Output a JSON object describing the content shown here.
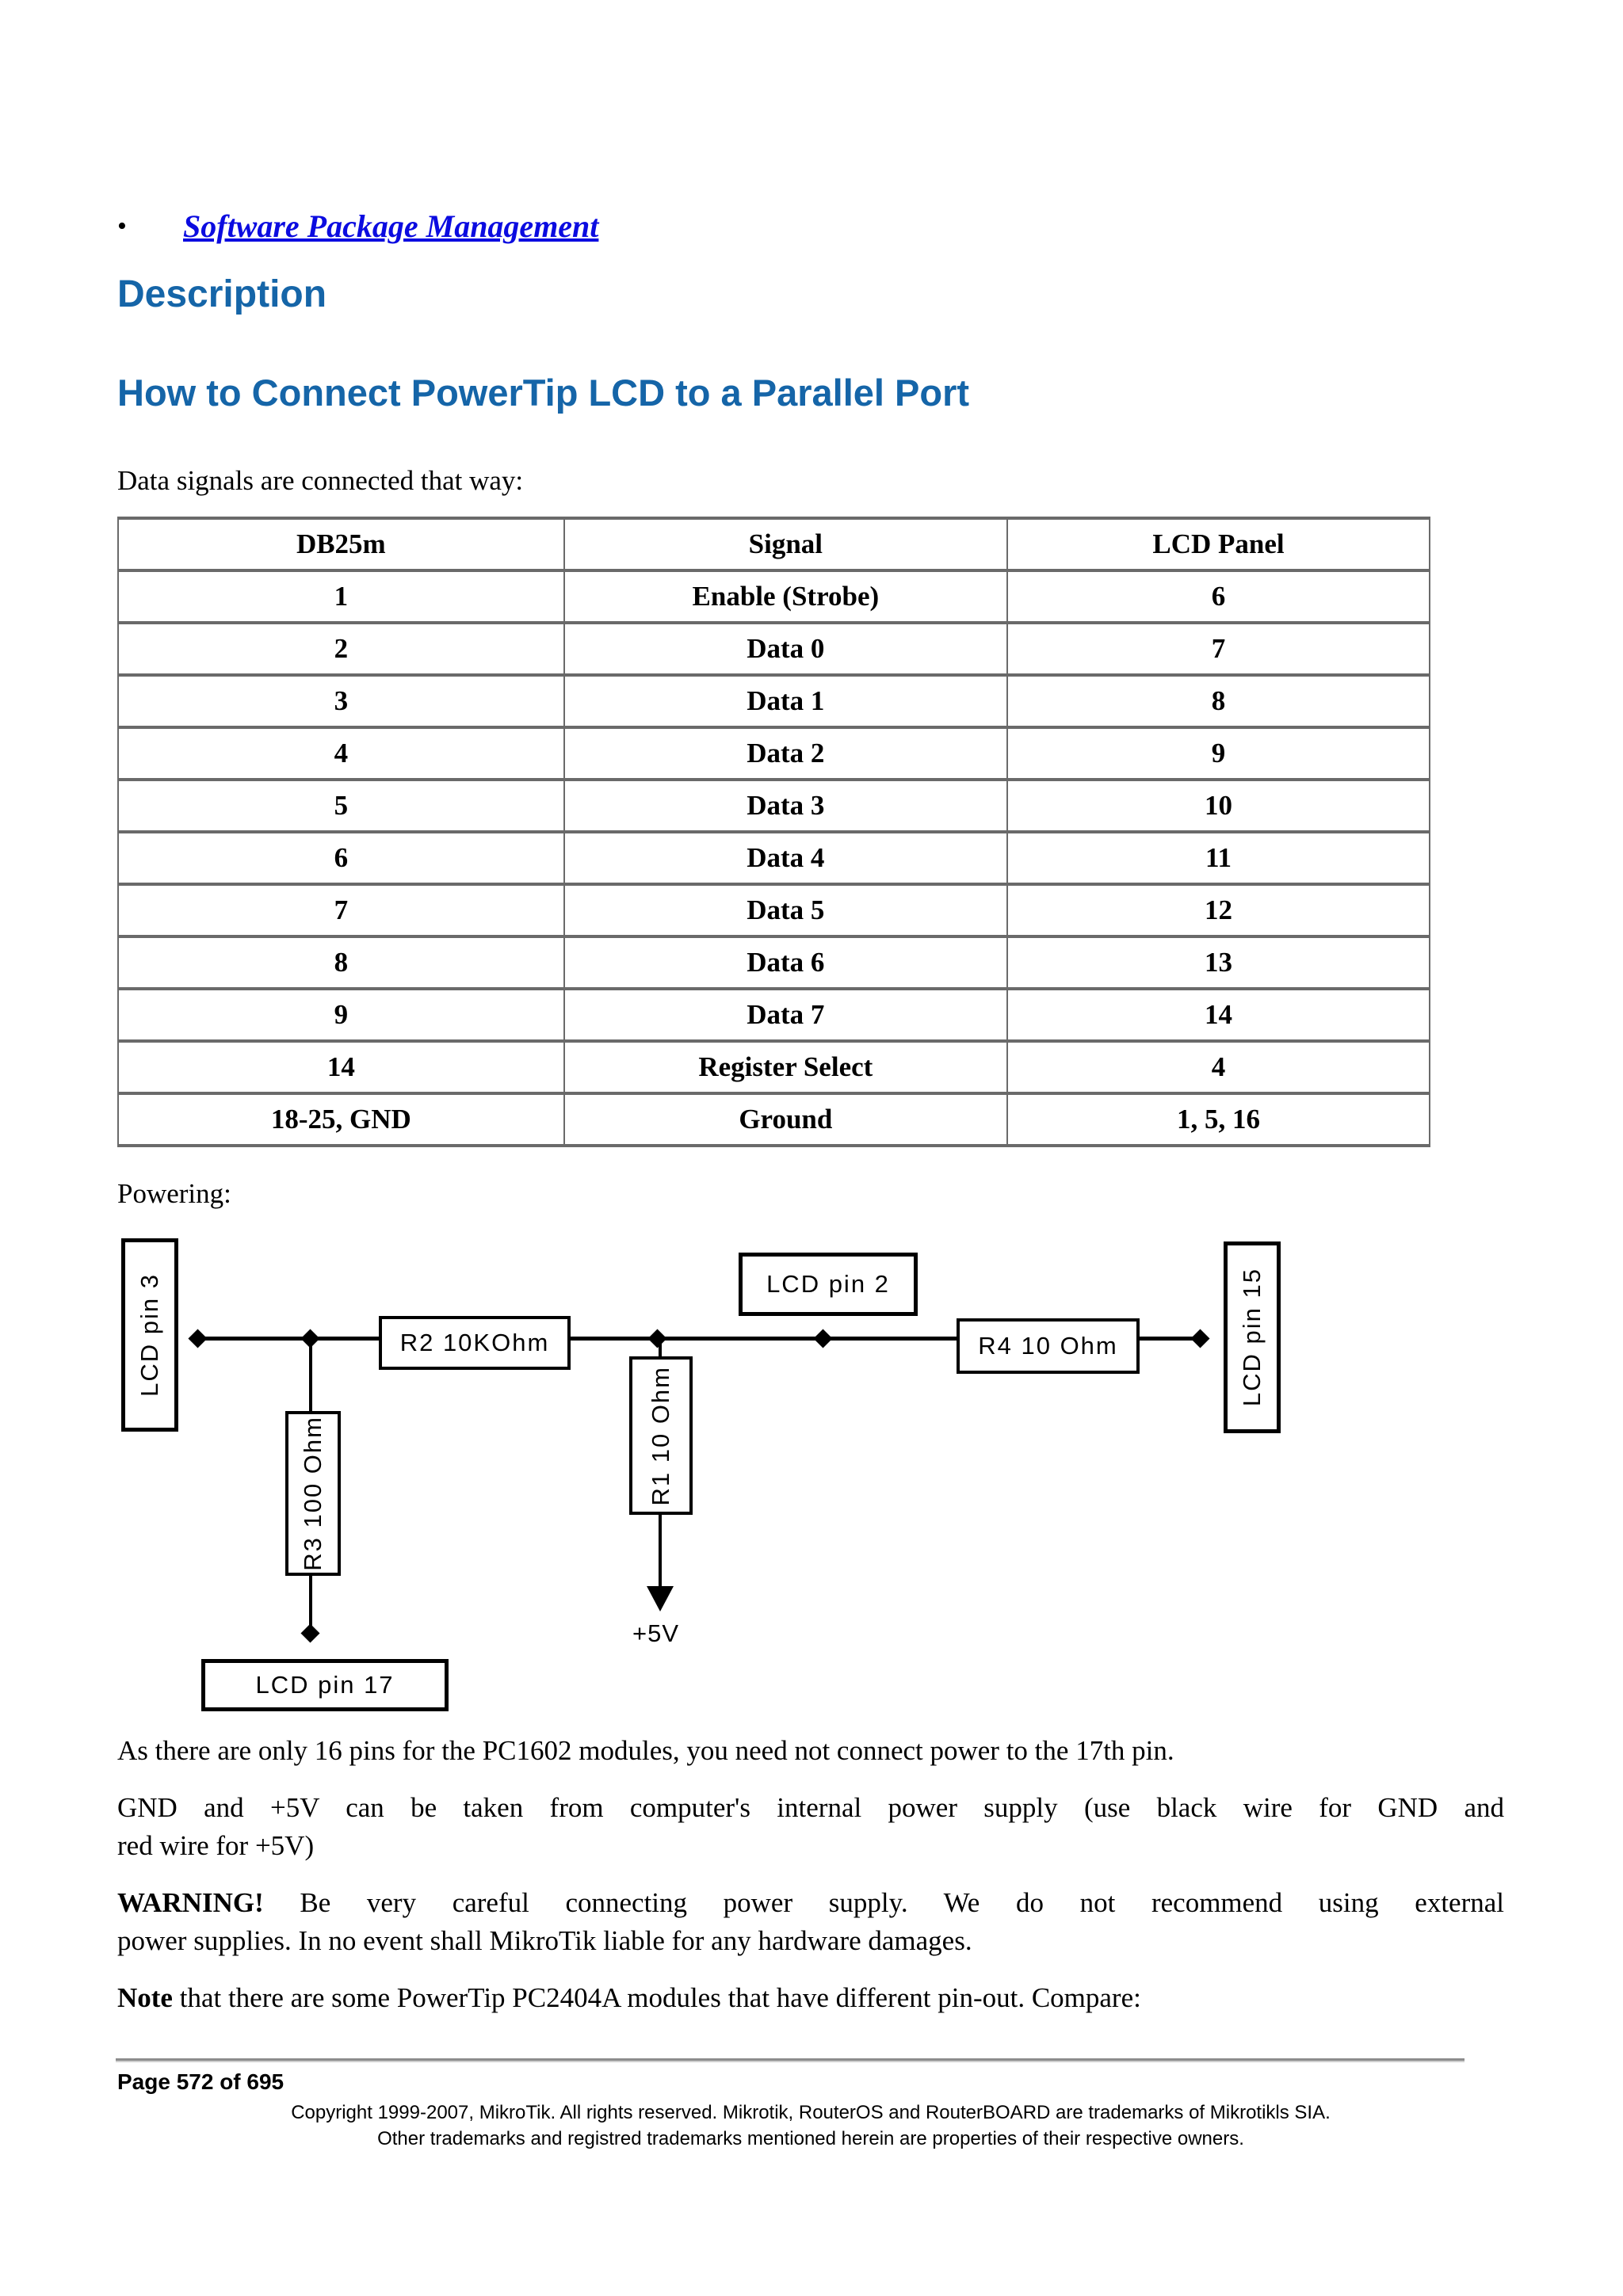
{
  "top": {
    "bullet": "•",
    "link_label": "Software Package Management"
  },
  "headings": {
    "h1": "Description",
    "h2": "How to Connect PowerTip LCD to a Parallel Port"
  },
  "intro": {
    "text": "Data signals are connected that way:"
  },
  "table": {
    "headers": [
      "DB25m",
      "Signal",
      "LCD Panel"
    ],
    "rows": [
      [
        "1",
        "Enable (Strobe)",
        "6"
      ],
      [
        "2",
        "Data 0",
        "7"
      ],
      [
        "3",
        "Data 1",
        "8"
      ],
      [
        "4",
        "Data 2",
        "9"
      ],
      [
        "5",
        "Data 3",
        "10"
      ],
      [
        "6",
        "Data 4",
        "11"
      ],
      [
        "7",
        "Data 5",
        "12"
      ],
      [
        "8",
        "Data 6",
        "13"
      ],
      [
        "9",
        "Data 7",
        "14"
      ],
      [
        "14",
        "Register Select",
        "4"
      ],
      [
        "18-25, GND",
        "Ground",
        "1, 5, 16"
      ]
    ]
  },
  "powering": {
    "label": "Powering:"
  },
  "diagram": {
    "labels": {
      "lcd_pin_3": "LCD pin 3",
      "lcd_pin_2": "LCD pin 2",
      "lcd_pin_15": "LCD pin 15",
      "lcd_pin_17": "LCD pin 17",
      "r1": "R1 10 Ohm",
      "r2": "R2 10KOhm",
      "r3": "R3 100 Ohm",
      "r4": "R4 10 Ohm",
      "plus_5v": "+5V"
    }
  },
  "body": {
    "p1": "As there are only 16 pins for the PC1602 modules, you need not connect power to the 17th pin.",
    "p2_line1": "GND and +5V can be taken from computer's internal power supply (use black wire for GND and",
    "p2_line2": "red wire for +5V)",
    "warning_label": "WARNING!",
    "warning_rest": " Be very careful connecting power supply. We do not recommend using external",
    "warning_line2": "power supplies. In no event shall MikroTik liable for any hardware damages.",
    "note_label": "Note",
    "note_rest": " that there are some PowerTip PC2404A modules that have different pin-out. Compare:"
  },
  "footer": {
    "page_info": "Page 572 of 695",
    "copyright1": "Copyright 1999-2007, MikroTik. All rights reserved. Mikrotik, RouterOS and RouterBOARD are trademarks of Mikrotikls SIA.",
    "copyright2": "Other trademarks and registred trademarks mentioned herein are properties of their respective owners."
  },
  "colors": {
    "heading_blue": "#1565A8",
    "link_blue": "#0b0be0",
    "table_border": "#6a6a6a",
    "diagram_black": "#000000",
    "background": "#ffffff"
  }
}
